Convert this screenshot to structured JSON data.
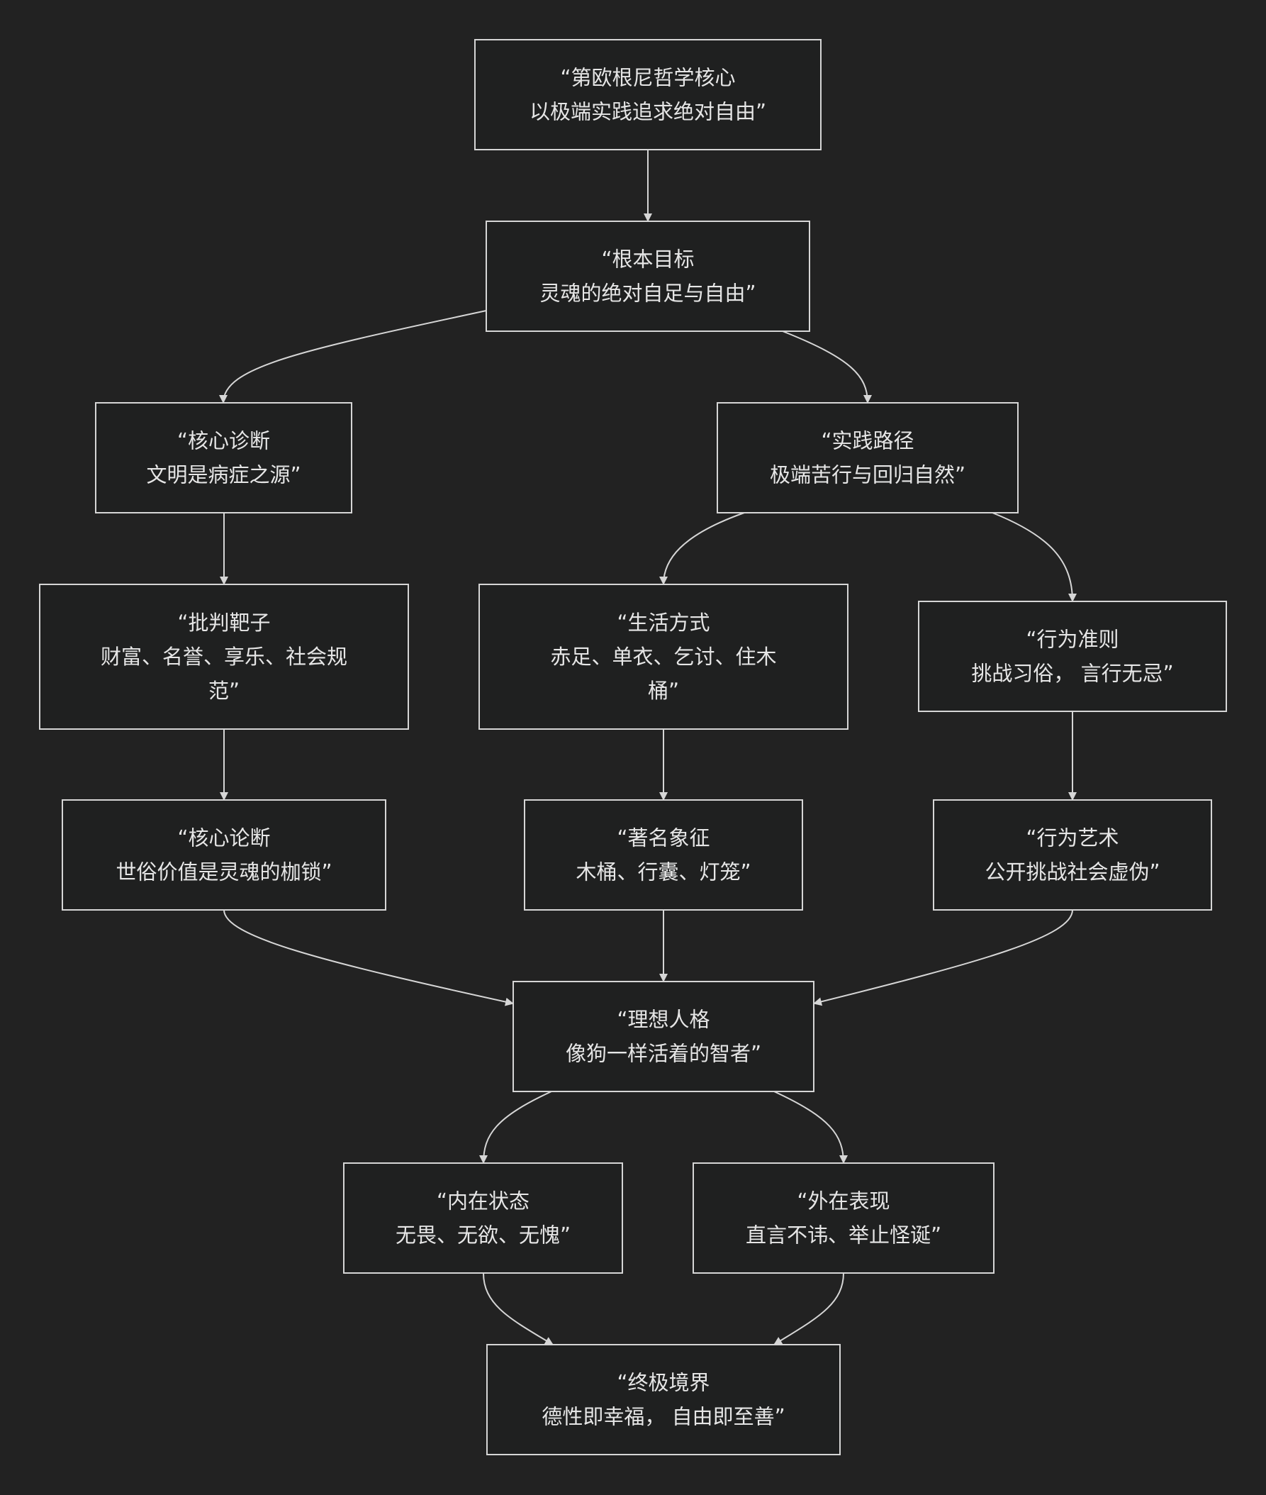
{
  "nodes": {
    "root": {
      "lines": [
        "“第欧根尼哲学核心",
        "以极端实践追求绝对自由”"
      ]
    },
    "goal": {
      "lines": [
        "“根本目标",
        "灵魂的绝对自足与自由”"
      ]
    },
    "diagnosis": {
      "lines": [
        "“核心诊断",
        "文明是病症之源”"
      ]
    },
    "path": {
      "lines": [
        "“实践路径",
        "极端苦行与回归自然”"
      ]
    },
    "targets": {
      "lines": [
        "“批判靶子",
        "财富、名誉、享乐、社会规",
        "范”"
      ]
    },
    "lifestyle": {
      "lines": [
        "“生活方式",
        "赤足、单衣、乞讨、住木",
        "桶”"
      ]
    },
    "conduct": {
      "lines": [
        "“行为准则",
        "挑战习俗， 言行无忌”"
      ]
    },
    "thesis": {
      "lines": [
        "“核心论断",
        "世俗价值是灵魂的枷锁”"
      ]
    },
    "symbols": {
      "lines": [
        "“著名象征",
        "木桶、行囊、灯笼”"
      ]
    },
    "art": {
      "lines": [
        "“行为艺术",
        "公开挑战社会虚伪”"
      ]
    },
    "ideal": {
      "lines": [
        "“理想人格",
        "像狗一样活着的智者”"
      ]
    },
    "inner": {
      "lines": [
        "“内在状态",
        "无畏、无欲、无愧”"
      ]
    },
    "outer": {
      "lines": [
        "“外在表现",
        "直言不讳、举止怪诞”"
      ]
    },
    "ultimate": {
      "lines": [
        "“终极境界",
        "德性即幸福， 自由即至善”"
      ]
    }
  },
  "edges": [
    {
      "from": "root",
      "to": "goal"
    },
    {
      "from": "goal",
      "to": "diagnosis"
    },
    {
      "from": "goal",
      "to": "path"
    },
    {
      "from": "diagnosis",
      "to": "targets"
    },
    {
      "from": "path",
      "to": "lifestyle"
    },
    {
      "from": "path",
      "to": "conduct"
    },
    {
      "from": "targets",
      "to": "thesis"
    },
    {
      "from": "lifestyle",
      "to": "symbols"
    },
    {
      "from": "conduct",
      "to": "art"
    },
    {
      "from": "thesis",
      "to": "ideal"
    },
    {
      "from": "symbols",
      "to": "ideal"
    },
    {
      "from": "art",
      "to": "ideal"
    },
    {
      "from": "ideal",
      "to": "inner"
    },
    {
      "from": "ideal",
      "to": "outer"
    },
    {
      "from": "inner",
      "to": "ultimate"
    },
    {
      "from": "outer",
      "to": "ultimate"
    }
  ]
}
